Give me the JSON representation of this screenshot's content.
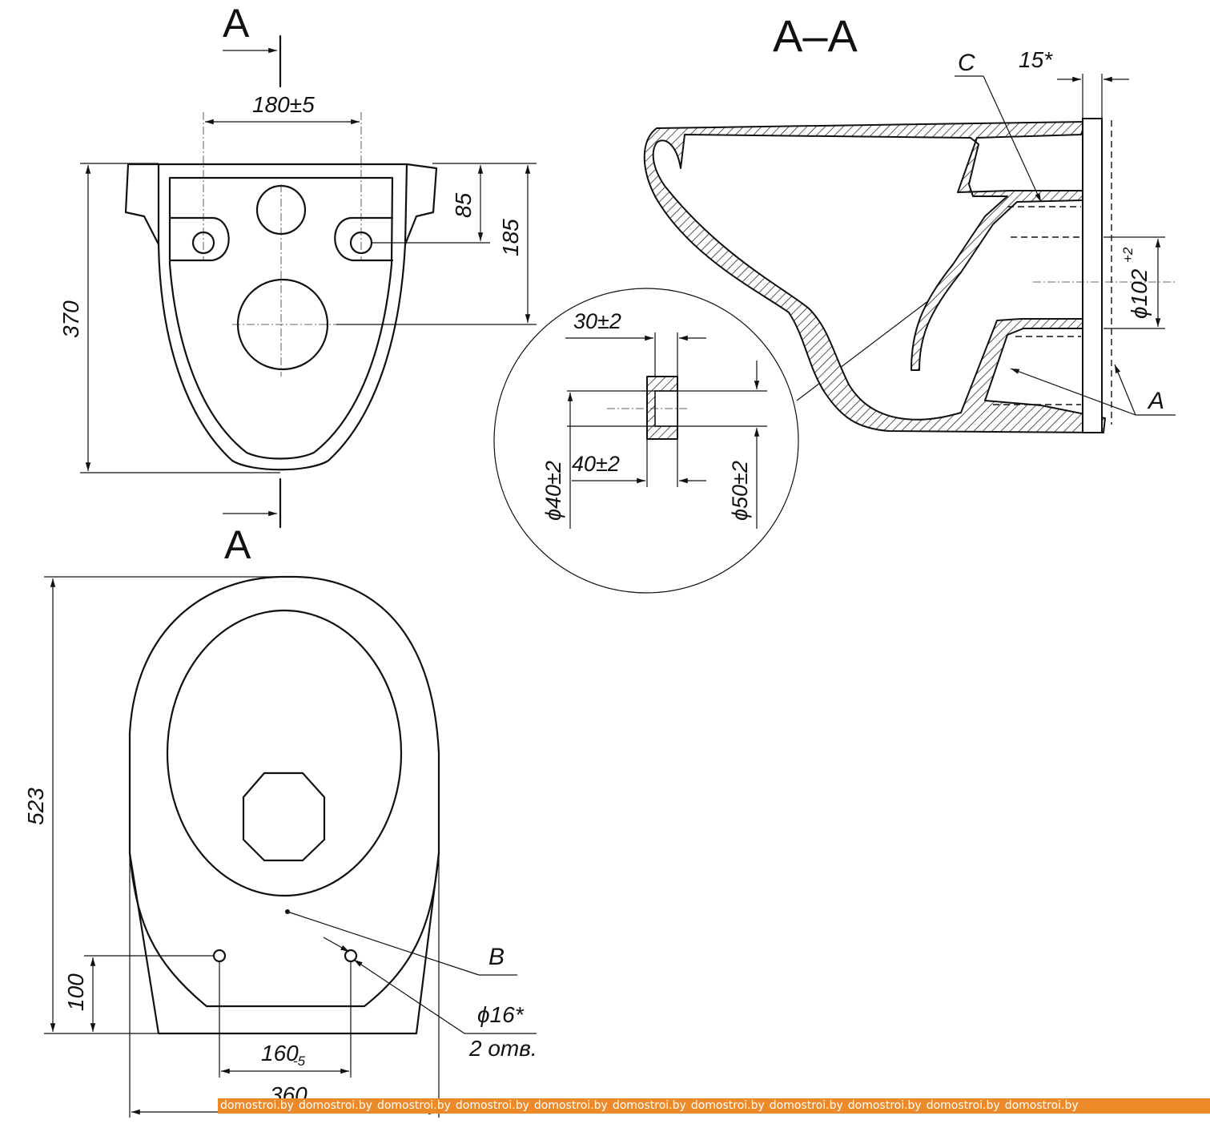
{
  "labels": {
    "section_top": "A",
    "section_bottom": "A",
    "section_view": "A–A",
    "mark_c": "C",
    "mark_a": "A",
    "mark_b": "B"
  },
  "dimensions": {
    "d180": "180±5",
    "d85": "85",
    "d185": "185",
    "d370": "370",
    "d15": "15*",
    "d102": "ϕ102",
    "d102_tol": "+2",
    "d30": "30±2",
    "d40": "40±2",
    "d40dia": "ϕ40±2",
    "d50dia": "ϕ50±2",
    "d523": "523",
    "d100": "100",
    "d160": "160",
    "d160_tol": "-5",
    "d360": "360",
    "d16": "ϕ16*",
    "holes": "2 отв."
  },
  "watermark": {
    "text": "domostroi.by",
    "repeat": 11,
    "color": "#ec8a2a"
  }
}
